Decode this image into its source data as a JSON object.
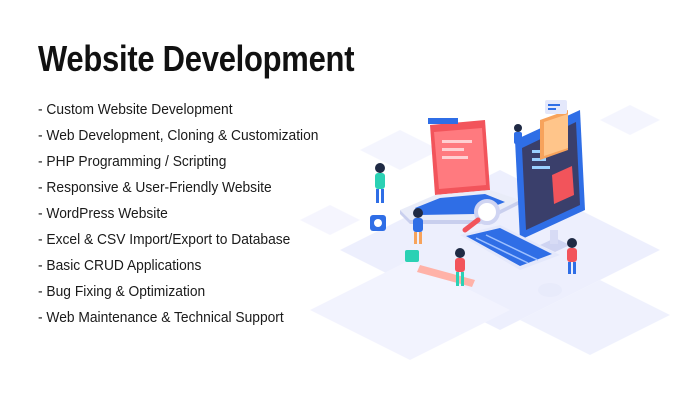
{
  "header": {
    "title": "Website Development"
  },
  "services": [
    "- Custom Website Development",
    "- Web Development, Cloning & Customization",
    "- PHP Programming / Scripting",
    "- Responsive & User-Friendly Website",
    "- WordPress Website",
    "- Excel & CSV Import/Export to Database",
    "- Basic CRUD Applications",
    "- Bug Fixing & Optimization",
    "- Web Maintenance & Technical Support"
  ],
  "colors": {
    "accent_blue": "#2f6ee6",
    "accent_red": "#f2545b",
    "accent_orange": "#f7a35c",
    "floor_lavender": "#e4e6fb",
    "teal": "#2bd1b4"
  }
}
